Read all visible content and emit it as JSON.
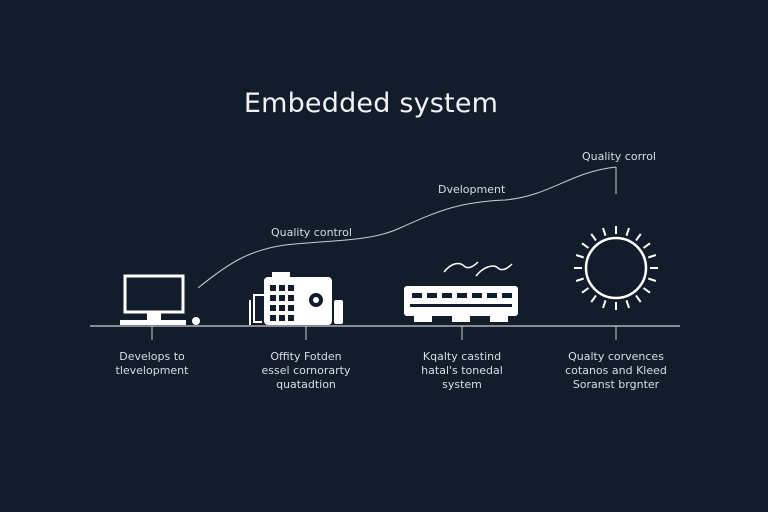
{
  "title": "Embedded system",
  "curve_labels": [
    "Quality control",
    "Dvelopment",
    "Quality corrol"
  ],
  "stages": [
    {
      "icon": "computer-monitor-icon",
      "caption": [
        "Develops to",
        "tlevelopment"
      ]
    },
    {
      "icon": "circuit-board-icon",
      "caption": [
        "Offity Fotden",
        "essel cornorarty",
        "quatadtion"
      ]
    },
    {
      "icon": "network-switch-icon",
      "caption": [
        "Kqalty castind",
        "hatal's tonedal",
        "system"
      ]
    },
    {
      "icon": "sun-icon",
      "caption": [
        "Qualty corvences",
        "cotanos and Kleed",
        "Soranst brgnter"
      ]
    }
  ],
  "colors": {
    "background": "#121c2b",
    "foreground": "#ffffff",
    "line": "#c9ced6"
  }
}
